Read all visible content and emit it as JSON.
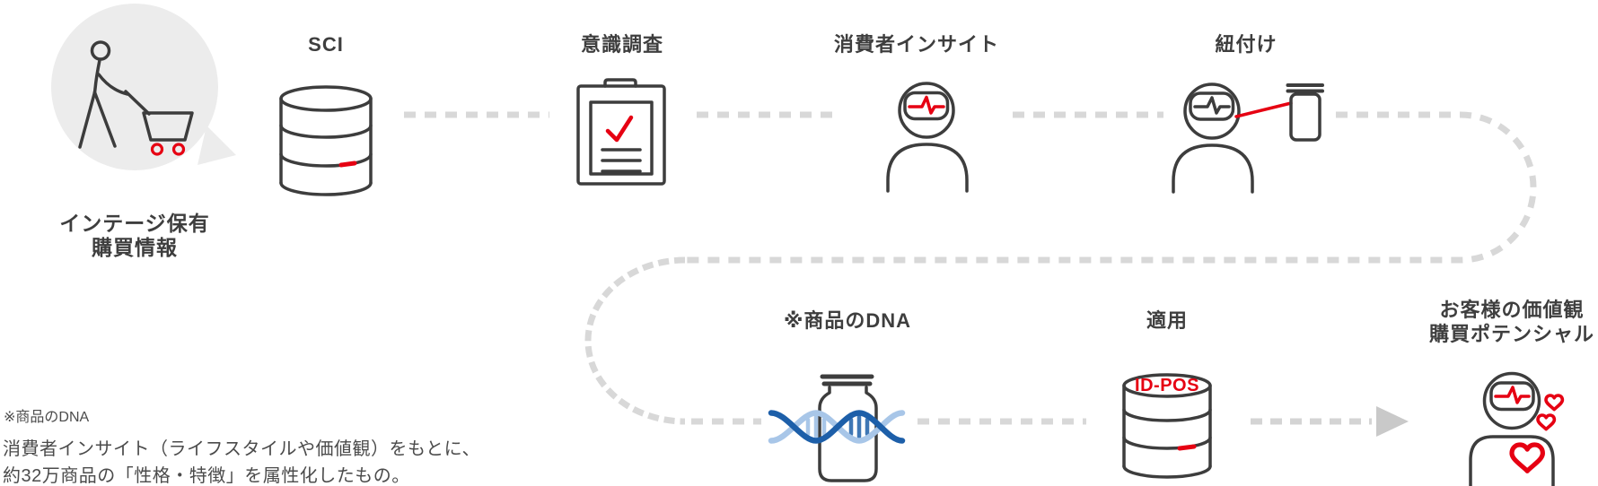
{
  "source": {
    "label_line1": "インテージ保有",
    "label_line2": "購買情報"
  },
  "stages": {
    "sci": {
      "label": "SCI"
    },
    "survey": {
      "label": "意識調査"
    },
    "insight": {
      "label": "消費者インサイト"
    },
    "linking": {
      "label": "紐付け"
    },
    "dna": {
      "label": "※商品のDNA"
    },
    "apply": {
      "label": "適用",
      "db_label": "ID-POS"
    },
    "result": {
      "label_line1": "お客様の価値観",
      "label_line2": "購買ポテンシャル"
    }
  },
  "footnote": {
    "line1": "※商品のDNA",
    "line2": "消費者インサイト（ライフスタイルや価値観）をもとに、",
    "line3": "約32万商品の「性格・特徴」を属性化したもの。"
  },
  "icons": {
    "source": "person-pushing-shopping-cart-bubble",
    "sci": "database-cylinder",
    "survey": "clipboard-with-red-check",
    "insight": "person-head-pulse",
    "linking": "person-linked-to-product-can",
    "dna": "blue-dna-helix-over-can",
    "apply": "idpos-database-cylinder",
    "result": "person-with-hearts",
    "connector": "gray-dashed-flow-line",
    "arrow": "gray-dashed-arrow"
  },
  "colors": {
    "outline_gray": "#3d3d3d",
    "label_gray": "#3e3e3e",
    "footnote_gray": "#4b4b4b",
    "accent_red": "#e60012",
    "connector_gray": "#d8d8d8",
    "arrowhead_gray": "#c9c9c9",
    "bubble_fill": "#ececec",
    "dna_dark_blue": "#1d5fa9",
    "dna_light_blue": "#a8c6e8",
    "background": "#ffffff"
  }
}
